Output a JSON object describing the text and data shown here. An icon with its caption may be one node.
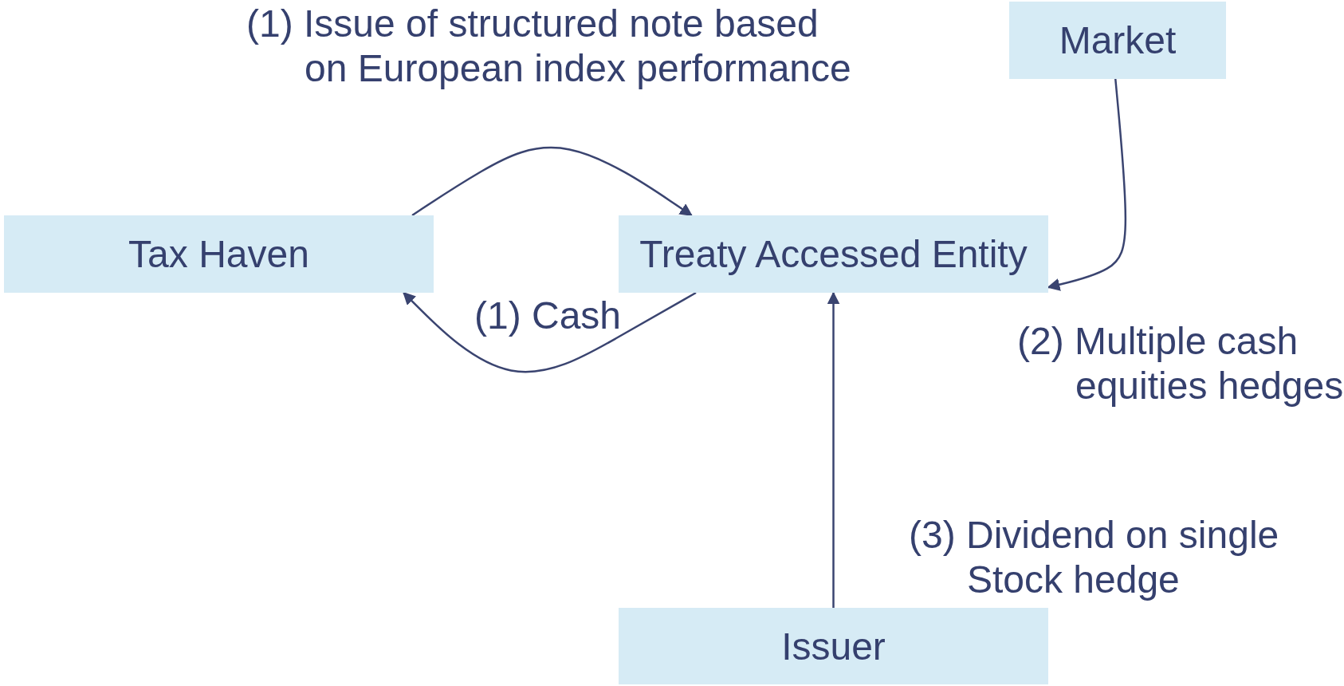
{
  "diagram": {
    "nodes": [
      {
        "text": [
          "Tax Haven"
        ]
      },
      {
        "text": [
          "Treaty Accessed Entity"
        ]
      },
      {
        "text": [
          "Market"
        ]
      },
      {
        "text": [
          "Issuer"
        ]
      }
    ],
    "edges": [
      {
        "from": 0,
        "to": 1,
        "arrow": "to",
        "label": "(1) Issue of structured note based on European index performance"
      },
      {
        "from": 1,
        "to": 0,
        "arrow": "to",
        "label": "(1) Cash"
      },
      {
        "from": 2,
        "to": 1,
        "arrow": "to",
        "label": "(2) Multiple cash equities hedges"
      },
      {
        "from": 3,
        "to": 1,
        "arrow": "to",
        "label": "(3) Dividend on single Stock hedge"
      }
    ]
  }
}
